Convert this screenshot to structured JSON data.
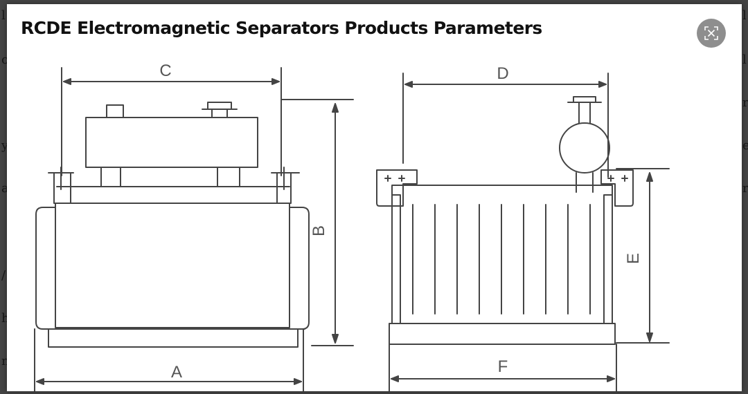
{
  "modal": {
    "title": "RCDE Electromagnetic Separators Products Parameters"
  },
  "icons": {
    "close": "close-icon"
  },
  "diagram": {
    "front_view": {
      "width_label": "C",
      "height_label": "B",
      "base_label": "A"
    },
    "side_view": {
      "width_label": "D",
      "height_label": "E",
      "base_label": "F"
    }
  }
}
